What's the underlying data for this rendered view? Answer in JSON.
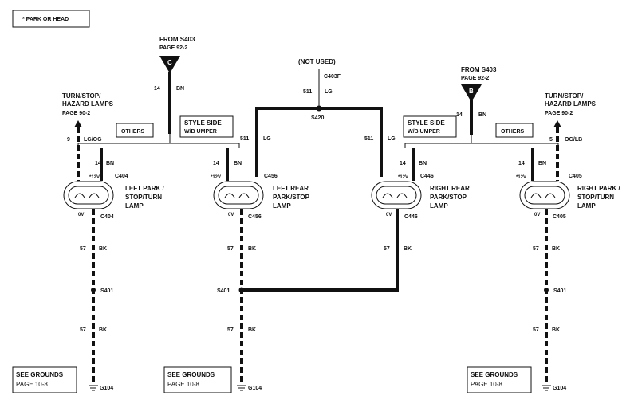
{
  "legend": {
    "text": "* PARK OR HEAD"
  },
  "feeds": {
    "c_label": "C",
    "b_label": "B",
    "from_left": "FROM S403",
    "page_left": "PAGE 92-2",
    "from_right": "FROM S403",
    "page_right": "PAGE 92-2",
    "wire_c_num": "14",
    "wire_c_color": "BN",
    "wire_b_num": "14",
    "wire_b_color": "BN"
  },
  "not_used": {
    "label": "(NOT USED)",
    "conn": "C403F",
    "wire_num": "511",
    "wire_color": "LG",
    "splice": "S420"
  },
  "style_side": {
    "left_1": "STYLE SIDE",
    "left_2": "W/B UMPER",
    "right_1": "STYLE SIDE",
    "right_2": "W/B UMPER"
  },
  "others": {
    "left": "OTHERS",
    "right": "OTHERS"
  },
  "turn_stop": {
    "left_1": "TURN/STOP/",
    "left_2": "HAZARD LAMPS",
    "left_3": "PAGE 90-2",
    "right_1": "TURN/STOP/",
    "right_2": "HAZARD LAMPS",
    "right_3": "PAGE 90-2"
  },
  "wires": {
    "w1_num": "9",
    "w1_color": "LG/OG",
    "w2_num": "14",
    "w2_color": "BN",
    "w3_num": "14",
    "w3_color": "BN",
    "w4_num": "511",
    "w4_color": "LG",
    "w5_num": "511",
    "w5_color": "LG",
    "w6_num": "14",
    "w6_color": "BN",
    "w7_num": "14",
    "w7_color": "BN",
    "w8_num": "5",
    "w8_color": "OG/LB"
  },
  "lamps": [
    {
      "line1": "LEFT PARK /",
      "line2": "STOP/TURN",
      "line3": "LAMP",
      "conn_top": "C404",
      "conn_bot": "C404",
      "v12": "*12V",
      "v0": "0V"
    },
    {
      "line1": "LEFT REAR",
      "line2": "PARK/STOP",
      "line3": "LAMP",
      "conn_top": "C456",
      "conn_bot": "C456",
      "v12": "*12V",
      "v0": "0V"
    },
    {
      "line1": "RIGHT REAR",
      "line2": "PARK/STOP",
      "line3": "LAMP",
      "conn_top": "C446",
      "conn_bot": "C446",
      "v12": "*12V",
      "v0": "0V"
    },
    {
      "line1": "RIGHT PARK /",
      "line2": "STOP/TURN",
      "line3": "LAMP",
      "conn_top": "C405",
      "conn_bot": "C405",
      "v12": "*12V",
      "v0": "0V"
    }
  ],
  "ground_wires": {
    "num": "57",
    "color": "BK"
  },
  "splices": {
    "s401": "S401"
  },
  "grounds": {
    "see_1": "SEE GROUNDS",
    "page_1": "PAGE 10-8",
    "see_2": "SEE GROUNDS",
    "page_2": "PAGE 10-8",
    "see_3": "SEE GROUNDS",
    "page_3": "PAGE 10-8",
    "g104": "G104"
  }
}
